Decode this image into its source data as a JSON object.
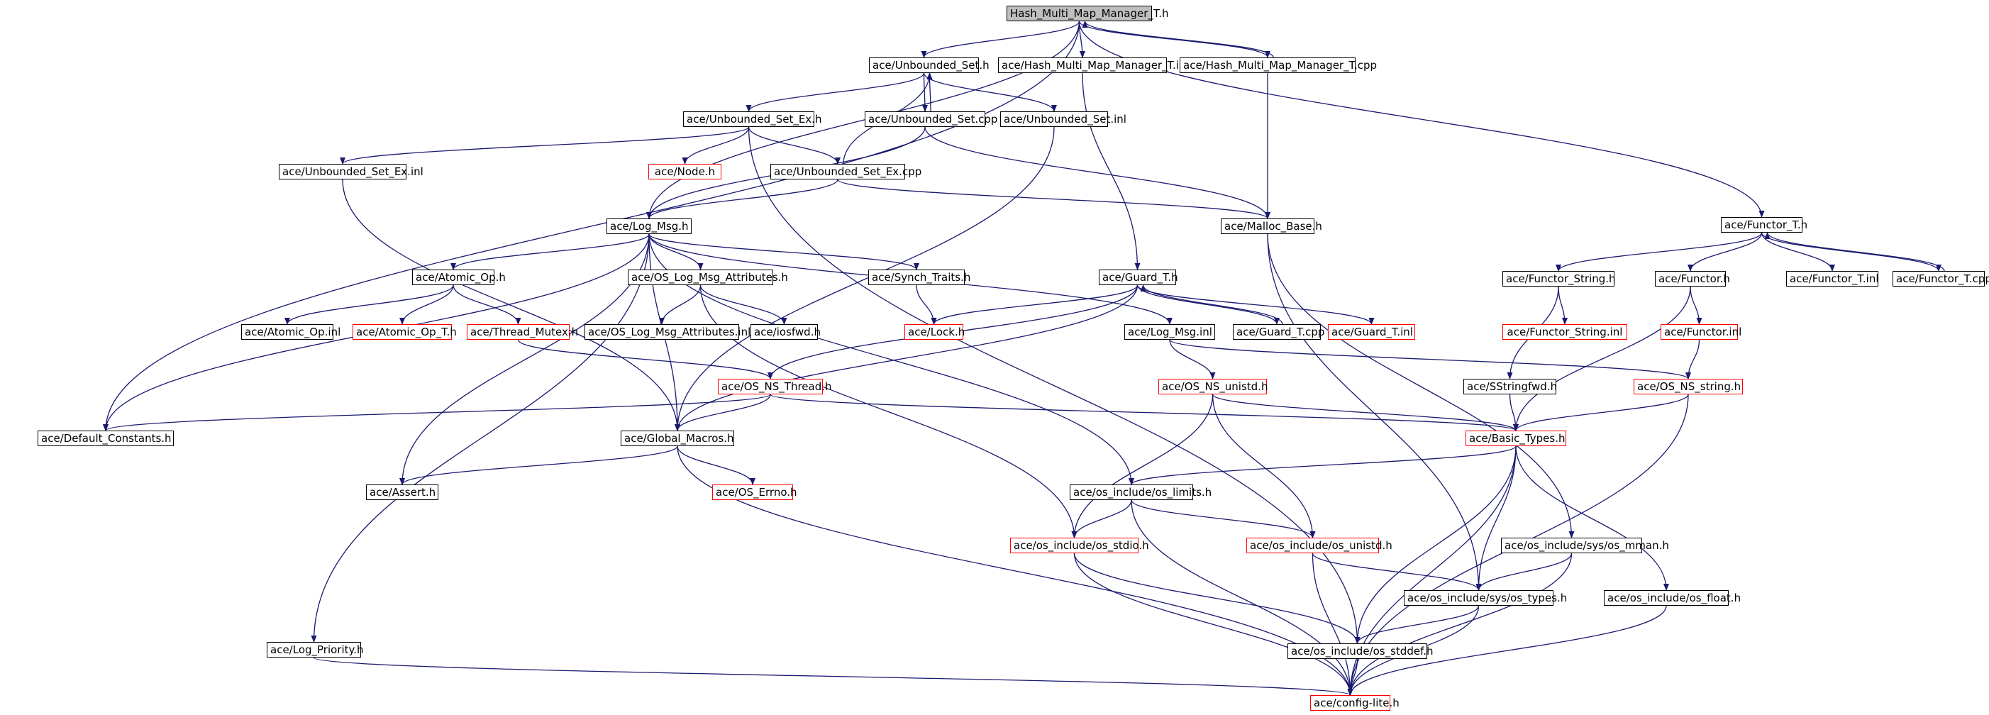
{
  "colors": {
    "edge": "#191970",
    "node_border": "#000000",
    "incomplete_border": "#ff0000",
    "root_fill": "#bfbfbf"
  },
  "graph": {
    "nodes": {
      "root": {
        "label": "Hash_Multi_Map_Manager_T.h",
        "style": "root"
      },
      "unb_set_h": {
        "label": "ace/Unbounded_Set.h",
        "style": "normal"
      },
      "hmm_inl": {
        "label": "ace/Hash_Multi_Map_Manager_T.inl",
        "style": "normal"
      },
      "hmm_cpp": {
        "label": "ace/Hash_Multi_Map_Manager_T.cpp",
        "style": "normal"
      },
      "unb_set_ex_h": {
        "label": "ace/Unbounded_Set_Ex.h",
        "style": "normal"
      },
      "unb_set_cpp": {
        "label": "ace/Unbounded_Set.cpp",
        "style": "normal"
      },
      "unb_set_inl": {
        "label": "ace/Unbounded_Set.inl",
        "style": "normal"
      },
      "unb_set_ex_inl": {
        "label": "ace/Unbounded_Set_Ex.inl",
        "style": "normal"
      },
      "node_h": {
        "label": "ace/Node.h",
        "style": "red"
      },
      "unb_set_ex_cpp": {
        "label": "ace/Unbounded_Set_Ex.cpp",
        "style": "normal"
      },
      "log_msg_h": {
        "label": "ace/Log_Msg.h",
        "style": "normal"
      },
      "malloc_base": {
        "label": "ace/Malloc_Base.h",
        "style": "normal"
      },
      "functor_t_h": {
        "label": "ace/Functor_T.h",
        "style": "normal"
      },
      "atomic_op_h": {
        "label": "ace/Atomic_Op.h",
        "style": "normal"
      },
      "os_log_attr_h": {
        "label": "ace/OS_Log_Msg_Attributes.h",
        "style": "normal"
      },
      "synch_traits": {
        "label": "ace/Synch_Traits.h",
        "style": "normal"
      },
      "guard_t_h": {
        "label": "ace/Guard_T.h",
        "style": "normal"
      },
      "functor_string_h": {
        "label": "ace/Functor_String.h",
        "style": "normal"
      },
      "functor_h": {
        "label": "ace/Functor.h",
        "style": "normal"
      },
      "functor_t_inl": {
        "label": "ace/Functor_T.inl",
        "style": "normal"
      },
      "functor_t_cpp": {
        "label": "ace/Functor_T.cpp",
        "style": "normal"
      },
      "atomic_op_inl": {
        "label": "ace/Atomic_Op.inl",
        "style": "normal"
      },
      "atomic_op_t_h": {
        "label": "ace/Atomic_Op_T.h",
        "style": "red"
      },
      "thread_mutex_h": {
        "label": "ace/Thread_Mutex.h",
        "style": "red"
      },
      "os_log_attr_inl": {
        "label": "ace/OS_Log_Msg_Attributes.inl",
        "style": "normal"
      },
      "iosfwd_h": {
        "label": "ace/iosfwd.h",
        "style": "normal"
      },
      "lock_h": {
        "label": "ace/Lock.h",
        "style": "red"
      },
      "log_msg_inl": {
        "label": "ace/Log_Msg.inl",
        "style": "normal"
      },
      "guard_t_cpp": {
        "label": "ace/Guard_T.cpp",
        "style": "normal"
      },
      "guard_t_inl": {
        "label": "ace/Guard_T.inl",
        "style": "red"
      },
      "functor_string_inl": {
        "label": "ace/Functor_String.inl",
        "style": "red"
      },
      "functor_inl": {
        "label": "ace/Functor.inl",
        "style": "red"
      },
      "os_ns_thread_h": {
        "label": "ace/OS_NS_Thread.h",
        "style": "red"
      },
      "os_ns_unistd_h": {
        "label": "ace/OS_NS_unistd.h",
        "style": "red"
      },
      "sstringfwd_h": {
        "label": "ace/SStringfwd.h",
        "style": "normal"
      },
      "os_ns_string_h": {
        "label": "ace/OS_NS_string.h",
        "style": "red"
      },
      "default_constants": {
        "label": "ace/Default_Constants.h",
        "style": "normal"
      },
      "global_macros": {
        "label": "ace/Global_Macros.h",
        "style": "normal"
      },
      "basic_types": {
        "label": "ace/Basic_Types.h",
        "style": "red"
      },
      "assert_h": {
        "label": "ace/Assert.h",
        "style": "normal"
      },
      "os_errno": {
        "label": "ace/OS_Errno.h",
        "style": "red"
      },
      "os_limits": {
        "label": "ace/os_include/os_limits.h",
        "style": "normal"
      },
      "os_stdio": {
        "label": "ace/os_include/os_stdio.h",
        "style": "red"
      },
      "os_unistd": {
        "label": "ace/os_include/os_unistd.h",
        "style": "red"
      },
      "os_mman": {
        "label": "ace/os_include/sys/os_mman.h",
        "style": "normal"
      },
      "os_types": {
        "label": "ace/os_include/sys/os_types.h",
        "style": "normal"
      },
      "os_float": {
        "label": "ace/os_include/os_float.h",
        "style": "normal"
      },
      "os_stddef": {
        "label": "ace/os_include/os_stddef.h",
        "style": "normal"
      },
      "log_priority": {
        "label": "ace/Log_Priority.h",
        "style": "normal"
      },
      "config_lite": {
        "label": "ace/config-lite.h",
        "style": "red"
      }
    },
    "edges": [
      [
        "root",
        "unb_set_h"
      ],
      [
        "root",
        "hmm_inl"
      ],
      [
        "root",
        "hmm_cpp"
      ],
      [
        "root",
        "log_msg_h"
      ],
      [
        "root",
        "default_constants"
      ],
      [
        "root",
        "functor_t_h"
      ],
      [
        "hmm_cpp",
        "root"
      ],
      [
        "hmm_cpp",
        "malloc_base"
      ],
      [
        "hmm_inl",
        "guard_t_h"
      ],
      [
        "unb_set_h",
        "unb_set_ex_h"
      ],
      [
        "unb_set_h",
        "unb_set_cpp"
      ],
      [
        "unb_set_h",
        "unb_set_inl"
      ],
      [
        "unb_set_cpp",
        "unb_set_h"
      ],
      [
        "unb_set_cpp",
        "log_msg_h"
      ],
      [
        "unb_set_cpp",
        "malloc_base"
      ],
      [
        "unb_set_inl",
        "global_macros"
      ],
      [
        "unb_set_ex_h",
        "unb_set_ex_inl"
      ],
      [
        "unb_set_ex_h",
        "node_h"
      ],
      [
        "unb_set_ex_h",
        "unb_set_ex_cpp"
      ],
      [
        "unb_set_ex_h",
        "os_stddef"
      ],
      [
        "unb_set_ex_cpp",
        "unb_set_h"
      ],
      [
        "unb_set_ex_cpp",
        "log_msg_h"
      ],
      [
        "unb_set_ex_cpp",
        "malloc_base"
      ],
      [
        "unb_set_ex_inl",
        "global_macros"
      ],
      [
        "malloc_base",
        "os_types"
      ],
      [
        "malloc_base",
        "os_mman"
      ],
      [
        "log_msg_h",
        "atomic_op_h"
      ],
      [
        "log_msg_h",
        "os_log_attr_h"
      ],
      [
        "log_msg_h",
        "synch_traits"
      ],
      [
        "log_msg_h",
        "log_msg_inl"
      ],
      [
        "log_msg_h",
        "default_constants"
      ],
      [
        "log_msg_h",
        "global_macros"
      ],
      [
        "log_msg_h",
        "assert_h"
      ],
      [
        "log_msg_h",
        "os_limits"
      ],
      [
        "log_msg_h",
        "log_priority"
      ],
      [
        "atomic_op_h",
        "atomic_op_inl"
      ],
      [
        "atomic_op_h",
        "atomic_op_t_h"
      ],
      [
        "atomic_op_h",
        "thread_mutex_h"
      ],
      [
        "thread_mutex_h",
        "os_ns_thread_h"
      ],
      [
        "os_log_attr_h",
        "os_log_attr_inl"
      ],
      [
        "os_log_attr_h",
        "iosfwd_h"
      ],
      [
        "os_log_attr_h",
        "os_stdio"
      ],
      [
        "synch_traits",
        "lock_h"
      ],
      [
        "guard_t_h",
        "lock_h"
      ],
      [
        "guard_t_h",
        "guard_t_cpp"
      ],
      [
        "guard_t_h",
        "guard_t_inl"
      ],
      [
        "guard_t_h",
        "os_ns_thread_h"
      ],
      [
        "guard_t_h",
        "global_macros"
      ],
      [
        "guard_t_cpp",
        "guard_t_h"
      ],
      [
        "log_msg_inl",
        "os_ns_unistd_h"
      ],
      [
        "log_msg_inl",
        "os_ns_string_h"
      ],
      [
        "os_ns_thread_h",
        "global_macros"
      ],
      [
        "os_ns_thread_h",
        "default_constants"
      ],
      [
        "os_ns_thread_h",
        "basic_types"
      ],
      [
        "os_ns_unistd_h",
        "basic_types"
      ],
      [
        "os_ns_unistd_h",
        "os_stdio"
      ],
      [
        "os_ns_unistd_h",
        "os_unistd"
      ],
      [
        "functor_t_h",
        "functor_string_h"
      ],
      [
        "functor_t_h",
        "functor_h"
      ],
      [
        "functor_t_h",
        "functor_t_inl"
      ],
      [
        "functor_t_h",
        "functor_t_cpp"
      ],
      [
        "functor_t_cpp",
        "functor_t_h"
      ],
      [
        "functor_string_h",
        "functor_string_inl"
      ],
      [
        "functor_string_h",
        "sstringfwd_h"
      ],
      [
        "functor_h",
        "functor_inl"
      ],
      [
        "functor_h",
        "basic_types"
      ],
      [
        "functor_inl",
        "os_ns_string_h"
      ],
      [
        "os_ns_string_h",
        "basic_types"
      ],
      [
        "os_ns_string_h",
        "config_lite"
      ],
      [
        "sstringfwd_h",
        "basic_types"
      ],
      [
        "global_macros",
        "assert_h"
      ],
      [
        "global_macros",
        "os_errno"
      ],
      [
        "global_macros",
        "config_lite"
      ],
      [
        "basic_types",
        "os_limits"
      ],
      [
        "basic_types",
        "os_types"
      ],
      [
        "basic_types",
        "os_stddef"
      ],
      [
        "basic_types",
        "os_float"
      ],
      [
        "basic_types",
        "config_lite"
      ],
      [
        "os_limits",
        "os_stdio"
      ],
      [
        "os_limits",
        "os_unistd"
      ],
      [
        "os_limits",
        "config_lite"
      ],
      [
        "os_stdio",
        "os_stddef"
      ],
      [
        "os_stdio",
        "config_lite"
      ],
      [
        "os_unistd",
        "os_types"
      ],
      [
        "os_unistd",
        "config_lite"
      ],
      [
        "os_mman",
        "os_types"
      ],
      [
        "os_mman",
        "config_lite"
      ],
      [
        "os_types",
        "os_stddef"
      ],
      [
        "os_types",
        "config_lite"
      ],
      [
        "os_float",
        "config_lite"
      ],
      [
        "os_stddef",
        "config_lite"
      ],
      [
        "log_priority",
        "config_lite"
      ]
    ]
  }
}
